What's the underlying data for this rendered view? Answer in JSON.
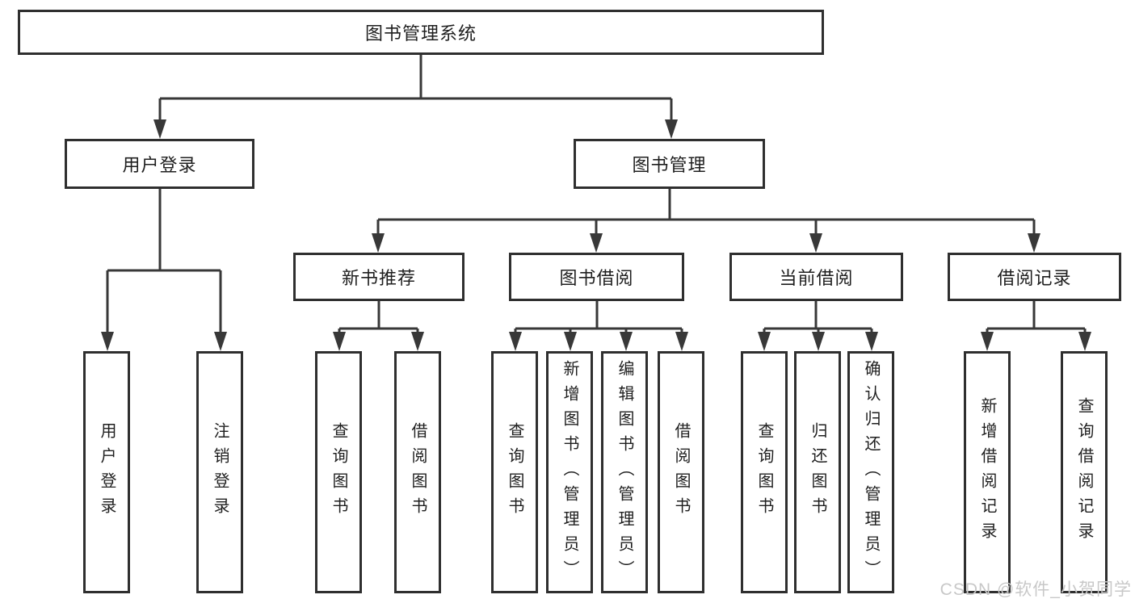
{
  "diagram": {
    "type": "hierarchy-tree",
    "tree": {
      "label": "图书管理系统",
      "children": [
        {
          "label": "用户登录",
          "children": [
            {
              "label": "用户登录"
            },
            {
              "label": "注销登录"
            }
          ]
        },
        {
          "label": "图书管理",
          "children": [
            {
              "label": "新书推荐",
              "children": [
                {
                  "label": "查询图书"
                },
                {
                  "label": "借阅图书"
                }
              ]
            },
            {
              "label": "图书借阅",
              "children": [
                {
                  "label": "查询图书"
                },
                {
                  "label": "新增图书（管理员）"
                },
                {
                  "label": "编辑图书（管理员）"
                },
                {
                  "label": "借阅图书"
                }
              ]
            },
            {
              "label": "当前借阅",
              "children": [
                {
                  "label": "查询图书"
                },
                {
                  "label": "归还图书"
                },
                {
                  "label": "确认归还（管理员）"
                }
              ]
            },
            {
              "label": "借阅记录",
              "children": [
                {
                  "label": "新增借阅记录"
                },
                {
                  "label": "查询借阅记录"
                }
              ]
            }
          ]
        }
      ]
    }
  },
  "watermark": {
    "text": "CSDN @软件_小贺同学"
  },
  "colors": {
    "line": "#383838",
    "box_border": "#2f2f2f",
    "text": "#1f1f1f",
    "background": "#ffffff",
    "watermark": "#c8c8c8"
  }
}
